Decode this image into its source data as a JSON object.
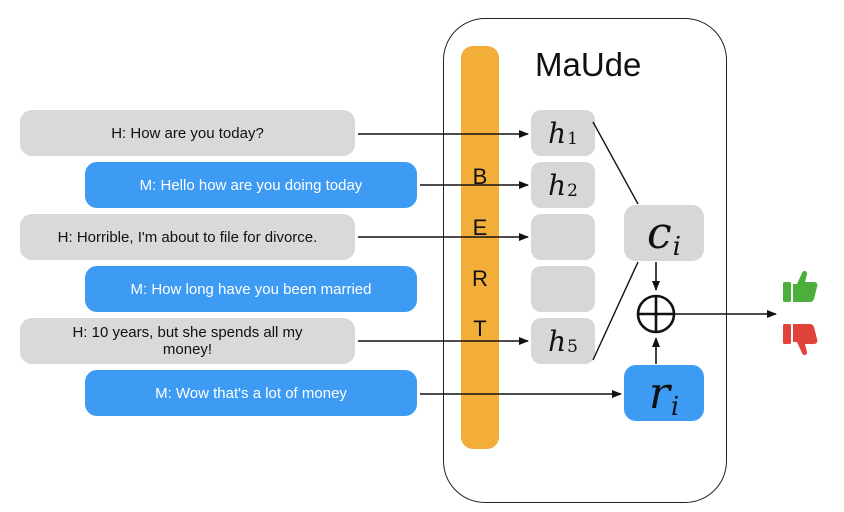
{
  "diagram": {
    "model_title": "MaUde",
    "encoder_letters": [
      "B",
      "E",
      "R",
      "T"
    ],
    "utterances": [
      {
        "speaker": "human",
        "text": "H: How are you today?"
      },
      {
        "speaker": "machine",
        "text": "M: Hello how are you doing today"
      },
      {
        "speaker": "human",
        "text": "H: Horrible, I'm about to file for divorce."
      },
      {
        "speaker": "machine",
        "text": "M: How long have you been married"
      },
      {
        "speaker": "human",
        "text": "H: 10 years, but she spends all my money!"
      },
      {
        "speaker": "machine",
        "text": "M: Wow that's a lot of money"
      }
    ],
    "hidden_states": [
      {
        "var": "h",
        "sub": "1"
      },
      {
        "var": "h",
        "sub": "2"
      },
      {
        "var": "",
        "sub": ""
      },
      {
        "var": "",
        "sub": ""
      },
      {
        "var": "h",
        "sub": "5"
      }
    ],
    "context_vector": {
      "var": "c",
      "sub": "i"
    },
    "response_vector": {
      "var": "r",
      "sub": "i"
    },
    "combine_operator": "⊕",
    "outputs": [
      "thumbs-up-icon",
      "thumbs-down-icon"
    ],
    "colors": {
      "human_bubble": "#d9d9d9",
      "machine_bubble": "#3d9bf4",
      "bert_bar": "#f2ae38",
      "thumbs_up": "#4caf3c",
      "thumbs_down": "#e0433a"
    }
  }
}
